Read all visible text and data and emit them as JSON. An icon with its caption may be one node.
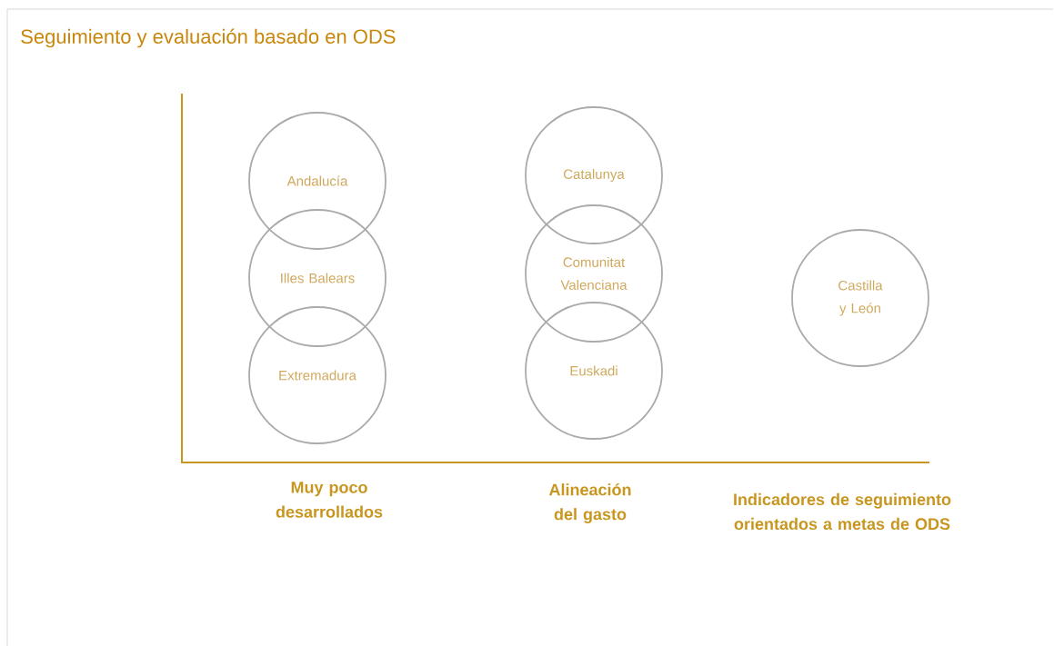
{
  "diagram": {
    "title": "Seguimiento y evaluación basado en ODS",
    "nodes": [
      {
        "text": [
          "Andalucía"
        ]
      },
      {
        "text": [
          "Illes Balears"
        ]
      },
      {
        "text": [
          "Extremadura"
        ]
      },
      {
        "text": [
          "Catalunya"
        ]
      },
      {
        "text": [
          "Comunitat Valenciana"
        ]
      },
      {
        "text": [
          "Euskadi"
        ]
      },
      {
        "text": [
          "Castilla y León"
        ]
      }
    ],
    "labels": [
      "Muy poco desarrollados",
      "Alineación del gasto",
      "Indicadores de seguimiento orientados a metas de ODS"
    ]
  }
}
